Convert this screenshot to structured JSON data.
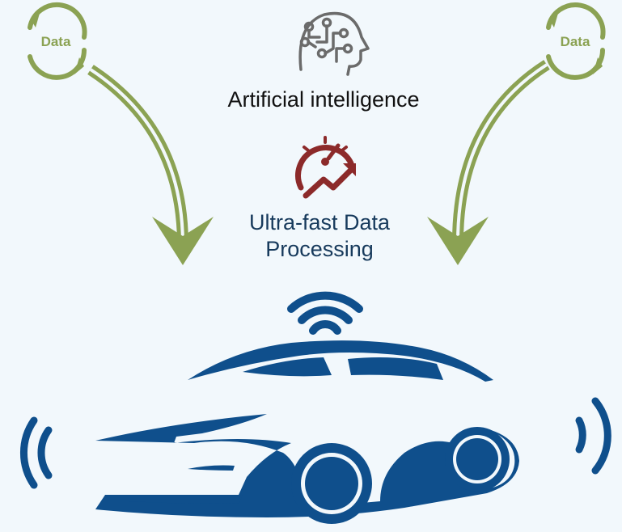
{
  "diagram": {
    "ai_label": "Artificial intelligence",
    "processing_label_line1": "Ultra-fast Data",
    "processing_label_line2": "Processing",
    "data_left_label": "Data",
    "data_right_label": "Data"
  },
  "colors": {
    "background": "#f2f8fc",
    "data_green": "#8ba253",
    "ai_icon_gray": "#6b6b6b",
    "speed_icon_red": "#8c2a2a",
    "car_blue": "#0f4f8c",
    "processing_text": "#173a5c"
  },
  "icons": {
    "data_cycle": "data-cycle-icon",
    "ai_head": "ai-head-icon",
    "speedometer": "speedometer-growth-icon",
    "wifi": "wifi-signal-icon",
    "car": "car-icon"
  }
}
